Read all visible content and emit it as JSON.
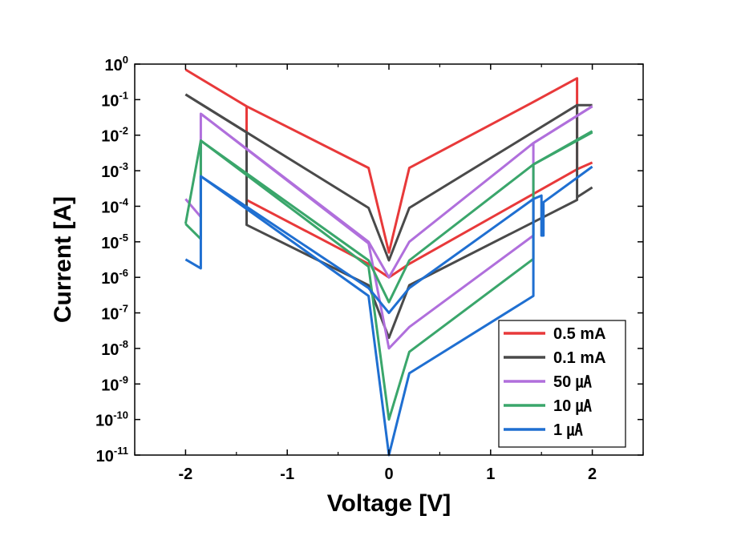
{
  "chart_data": {
    "type": "line",
    "title": "",
    "xlabel": "Voltage [V]",
    "ylabel": "Current [A]",
    "xlim": [
      -2.5,
      2.5
    ],
    "ylim_log10": [
      -11,
      0
    ],
    "yscale": "log",
    "x_ticks": [
      -2,
      -1,
      0,
      1,
      2
    ],
    "x_tick_labels": [
      "-2",
      "-1",
      "0",
      "1",
      "2"
    ],
    "y_tick_exponents": [
      0,
      -1,
      -2,
      -3,
      -4,
      -5,
      -6,
      -7,
      -8,
      -9,
      -10,
      -11
    ],
    "y_tick_labels": [
      "100",
      "10-1",
      "10-2",
      "10-3",
      "10-4",
      "10-5",
      "10-6",
      "10-7",
      "10-8",
      "10-9",
      "10-10",
      "10-11"
    ],
    "grid": false,
    "legend_position": "bottom-right",
    "series": [
      {
        "name": "0.5 mA",
        "color": "#e8393a",
        "curves": [
          {
            "x": [
              -2.0,
              -1.4,
              -1.4,
              -0.2,
              0.0,
              0.2,
              1.85,
              1.85,
              1.4,
              0.2,
              0.0,
              -0.2,
              -1.4,
              -1.4,
              -2.0
            ],
            "y": [
              0.7,
              0.065,
              0.00015,
              2.4e-06,
              1e-06,
              2.4e-06,
              0.0011,
              0.4,
              0.08,
              0.0012,
              5e-06,
              0.0012,
              0.065,
              0.065,
              0.7
            ]
          },
          {
            "x": [
              1.85,
              2.0
            ],
            "y": [
              0.0011,
              0.0017
            ]
          }
        ]
      },
      {
        "name": "0.1 mA",
        "color": "#4a4a4a",
        "curves": [
          {
            "x": [
              -2.0,
              -1.4,
              -1.4,
              -0.2,
              0.0,
              0.2,
              1.85,
              1.85,
              2.0
            ],
            "y": [
              0.14,
              0.012,
              3e-05,
              6e-07,
              2e-08,
              6e-07,
              0.00015,
              0.07,
              0.07
            ]
          },
          {
            "x": [
              1.85,
              2.0
            ],
            "y": [
              0.00018,
              0.00034
            ]
          },
          {
            "x": [
              1.85,
              0.2,
              0.0,
              -0.2,
              -1.4,
              -2.0
            ],
            "y": [
              0.07,
              9e-05,
              3e-06,
              9e-05,
              0.012,
              0.14
            ]
          }
        ]
      },
      {
        "name": "50 ㎂",
        "color": "#b06fdc",
        "curves": [
          {
            "x": [
              -2.0,
              -1.85,
              -1.85,
              -0.2,
              0.0,
              0.2,
              1.42,
              1.42,
              2.0
            ],
            "y": [
              0.00016,
              5e-05,
              0.04,
              9e-06,
              1e-08,
              4e-08,
              1.5e-05,
              0.006,
              0.065
            ]
          },
          {
            "x": [
              -1.85,
              -0.2,
              0.0,
              0.2,
              1.42,
              2.0
            ],
            "y": [
              0.04,
              1e-05,
              1e-06,
              1e-05,
              0.006,
              0.065
            ]
          }
        ]
      },
      {
        "name": "10 ㎂",
        "color": "#3aa66b",
        "curves": [
          {
            "x": [
              -2.0,
              -1.85,
              -1.85,
              -0.2,
              0.0,
              0.2,
              1.42,
              1.42,
              2.0
            ],
            "y": [
              3.2e-05,
              1.2e-05,
              0.007,
              2e-06,
              1e-10,
              8e-09,
              3.3e-06,
              0.0015,
              0.012
            ]
          },
          {
            "x": [
              -2.0,
              -1.85,
              -0.2,
              0.0,
              0.2,
              1.42,
              2.0
            ],
            "y": [
              3.2e-05,
              0.007,
              3e-06,
              2e-07,
              3e-06,
              0.0015,
              0.013
            ]
          }
        ]
      },
      {
        "name": "1 ㎂",
        "color": "#1f6fd1",
        "curves": [
          {
            "x": [
              -2.0,
              -1.85,
              -1.85,
              -0.2,
              0.0,
              0.2,
              1.42,
              1.42,
              1.5,
              1.5,
              1.52,
              1.52,
              2.0
            ],
            "y": [
              3.2e-06,
              1.8e-06,
              0.0007,
              3e-07,
              1e-11,
              2e-09,
              3e-07,
              0.00016,
              0.0002,
              1.5e-05,
              1.5e-05,
              0.00013,
              0.0013
            ]
          },
          {
            "x": [
              -1.85,
              -0.2,
              0.0,
              0.2,
              1.42
            ],
            "y": [
              0.0007,
              5e-07,
              1e-07,
              5e-07,
              0.00016
            ]
          }
        ]
      }
    ]
  }
}
